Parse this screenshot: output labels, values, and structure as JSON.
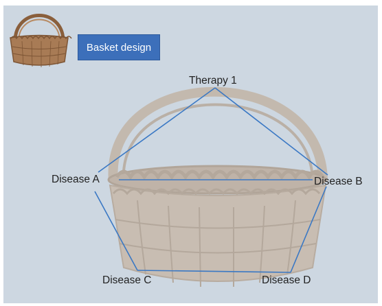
{
  "title": "Basket design",
  "labels": {
    "therapy": "Therapy 1",
    "disease_a": "Disease A",
    "disease_b": "Disease B",
    "disease_c": "Disease C",
    "disease_d": "Disease D"
  },
  "colors": {
    "background": "#cdd7e1",
    "title_box": "#3c6fba",
    "connector_lines": "#3a78c4",
    "basket_small": "#a87b55",
    "basket_large": "#c8bcb0"
  },
  "icons": [
    "basket-icon",
    "basket-illustration"
  ]
}
